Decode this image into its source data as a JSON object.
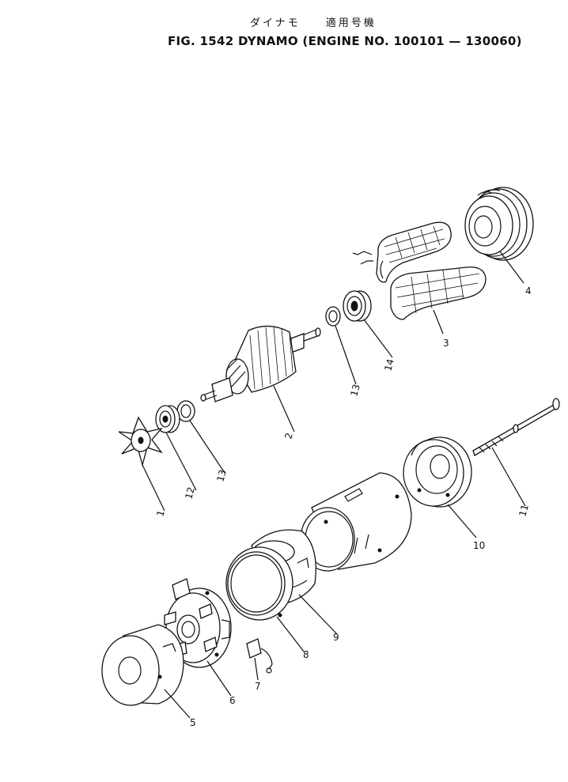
{
  "title": {
    "japanese": "ダイナモ　　適用号機",
    "main": "FIG. 1542  DYNAMO  (ENGINE  NO.  100101 — 130060)"
  },
  "parts": [
    {
      "number": "1"
    },
    {
      "number": "2"
    },
    {
      "number": "3"
    },
    {
      "number": "4"
    },
    {
      "number": "5"
    },
    {
      "number": "6"
    },
    {
      "number": "7"
    },
    {
      "number": "8"
    },
    {
      "number": "9"
    },
    {
      "number": "10"
    },
    {
      "number": "11"
    },
    {
      "number": "12"
    },
    {
      "number": "13"
    },
    {
      "number": "13"
    },
    {
      "number": "14"
    }
  ]
}
